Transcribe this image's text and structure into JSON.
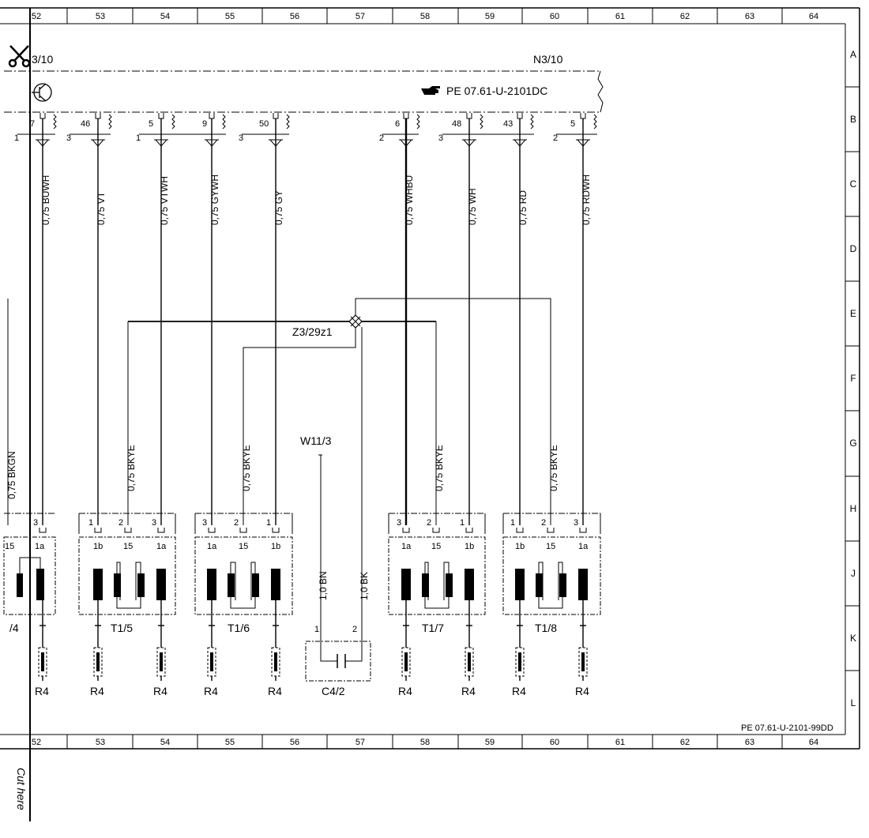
{
  "grid": {
    "columns": [
      "52",
      "53",
      "54",
      "55",
      "56",
      "57",
      "58",
      "59",
      "60",
      "61",
      "62",
      "63",
      "64"
    ],
    "rows": [
      "A",
      "B",
      "C",
      "D",
      "E",
      "F",
      "G",
      "H",
      "J",
      "K",
      "L"
    ]
  },
  "footer": {
    "cut_text": "Cut here"
  },
  "diagram": {
    "ecu": {
      "left_label": "3/10",
      "right_label": "N3/10",
      "ref": "PE 07.61-U-2101DC",
      "pins": [
        {
          "pin": "7",
          "ground": "1"
        },
        {
          "pin": "46",
          "ground": "3"
        },
        {
          "pin": "5",
          "ground": "1"
        },
        {
          "pin": "9",
          "ground": ""
        },
        {
          "pin": "50",
          "ground": "3"
        },
        {
          "pin": "6",
          "ground": "2"
        },
        {
          "pin": "48",
          "ground": "3"
        },
        {
          "pin": "43",
          "ground": ""
        },
        {
          "pin": "5",
          "ground": "2"
        }
      ]
    },
    "wires": [
      "0,75 BUWH",
      "0,75 VT",
      "0,75 VTWH",
      "0,75 GYWH",
      "0,75 GY",
      "0,75 WHBU",
      "0,75 WH",
      "0,75 RD",
      "0,75 RDWH"
    ],
    "splice": "Z3/29z1",
    "shield_wires": [
      "0,75 BKGN",
      "0,75 BKYE",
      "0,75 BKYE",
      "0,75 BKYE",
      "0,75 BKYE"
    ],
    "w_label": "W11/3",
    "cap_wires": [
      "1,0 BN",
      "1,0 BK"
    ],
    "cap_pins": [
      "1",
      "2"
    ],
    "cap_label": "C4/2",
    "coils": [
      {
        "label": "/4",
        "top_pins": [
          "3"
        ],
        "bottom_pins": [
          "15",
          "1a"
        ]
      },
      {
        "label": "T1/5",
        "top_pins": [
          "1",
          "2",
          "3"
        ],
        "bottom_pins": [
          "1b",
          "15",
          "1a"
        ]
      },
      {
        "label": "T1/6",
        "top_pins": [
          "3",
          "2",
          "1"
        ],
        "bottom_pins": [
          "1a",
          "15",
          "1b"
        ]
      },
      {
        "label": "T1/7",
        "top_pins": [
          "3",
          "2",
          "1"
        ],
        "bottom_pins": [
          "1a",
          "15",
          "1b"
        ]
      },
      {
        "label": "T1/8",
        "top_pins": [
          "1",
          "2",
          "3"
        ],
        "bottom_pins": [
          "1b",
          "15",
          "1a"
        ]
      }
    ],
    "plugs": [
      "R4",
      "R4",
      "R4",
      "R4",
      "R4",
      "R4",
      "R4",
      "R4",
      "R4"
    ],
    "bottom_ref": "PE 07.61-U-2101-99DD"
  }
}
